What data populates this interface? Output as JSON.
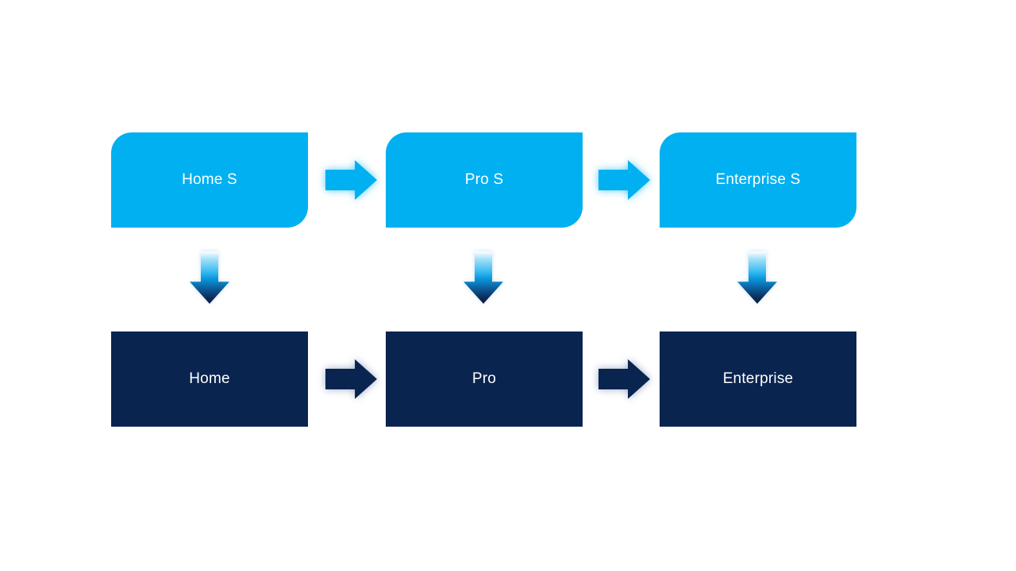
{
  "diagram": {
    "type": "flow-diagram",
    "columns": [
      {
        "top": "Home S",
        "bottom": "Home"
      },
      {
        "top": "Pro S",
        "bottom": "Pro"
      },
      {
        "top": "Enterprise S",
        "bottom": "Enterprise"
      }
    ],
    "colors": {
      "light_blue": "#00B0F0",
      "dark_navy": "#0A2450",
      "label_text": "#FFFFFF",
      "canvas_bg": "#FFFFFF"
    }
  }
}
